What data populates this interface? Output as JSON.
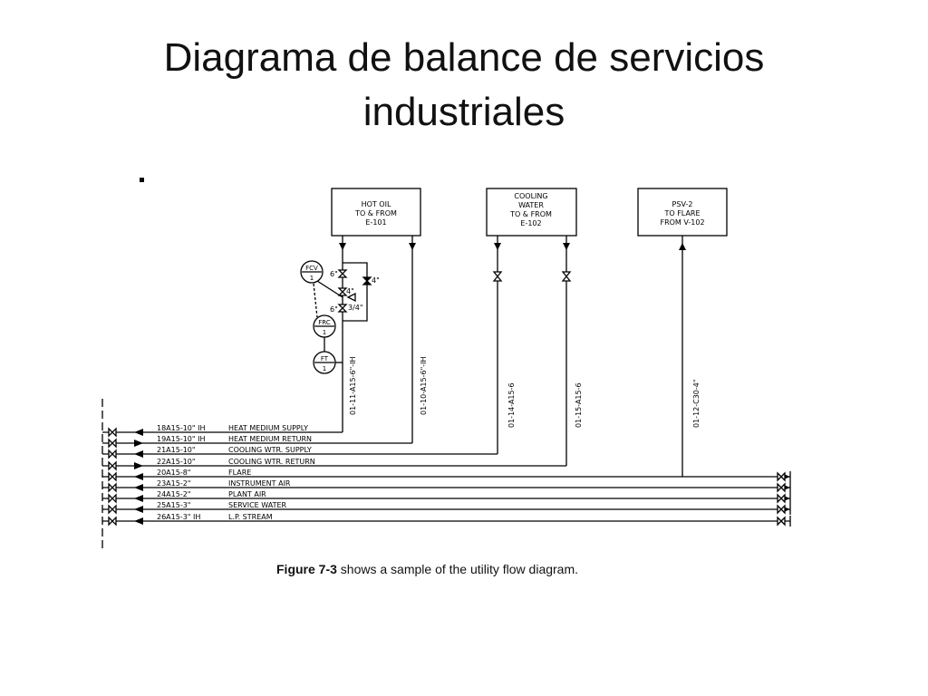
{
  "slide": {
    "title_line1": "Diagrama de balance de servicios",
    "title_line2": "industriales"
  },
  "equipment": [
    {
      "line1": "HOT OIL",
      "line2": "TO & FROM",
      "line3": "E-101"
    },
    {
      "line1": "COOLING",
      "line2": "WATER",
      "line3": "TO & FROM",
      "line4": "E-102"
    },
    {
      "line1": "PSV-2",
      "line2": "TO FLARE",
      "line3": "FROM V-102"
    }
  ],
  "instruments": {
    "fcv": {
      "tag": "FCV",
      "num": "1"
    },
    "frc": {
      "tag": "FRC",
      "num": "1"
    },
    "ft": {
      "tag": "FT",
      "num": "1"
    }
  },
  "valve_sizes": {
    "s6a": "6\"",
    "s4a": "4\"",
    "s4b": "4\"",
    "s6b": "6\"",
    "s34": "3/4\""
  },
  "vertical_line_labels": [
    "01-11-A15-6\"-IH",
    "01-10-A15-6\"-IH",
    "01-14-A15-6",
    "01-15-A15-6",
    "01-12-C30-4\""
  ],
  "header_lines": [
    {
      "code": "18A15-10\" IH",
      "service": "HEAT MEDIUM SUPPLY"
    },
    {
      "code": "19A15-10\" IH",
      "service": "HEAT MEDIUM RETURN"
    },
    {
      "code": "21A15-10\"",
      "service": "COOLING WTR. SUPPLY"
    },
    {
      "code": "22A15-10\"",
      "service": "COOLING WTR. RETURN"
    },
    {
      "code": "20A15-8\"",
      "service": "FLARE"
    },
    {
      "code": "23A15-2\"",
      "service": "INSTRUMENT AIR"
    },
    {
      "code": "24A15-2\"",
      "service": "PLANT AIR"
    },
    {
      "code": "25A15-3\"",
      "service": "SERVICE WATER"
    },
    {
      "code": "26A15-3\" IH",
      "service": "L.P. STREAM"
    }
  ],
  "caption": {
    "figure": "Figure 7-3",
    "text": " shows a sample of the utility flow diagram."
  }
}
